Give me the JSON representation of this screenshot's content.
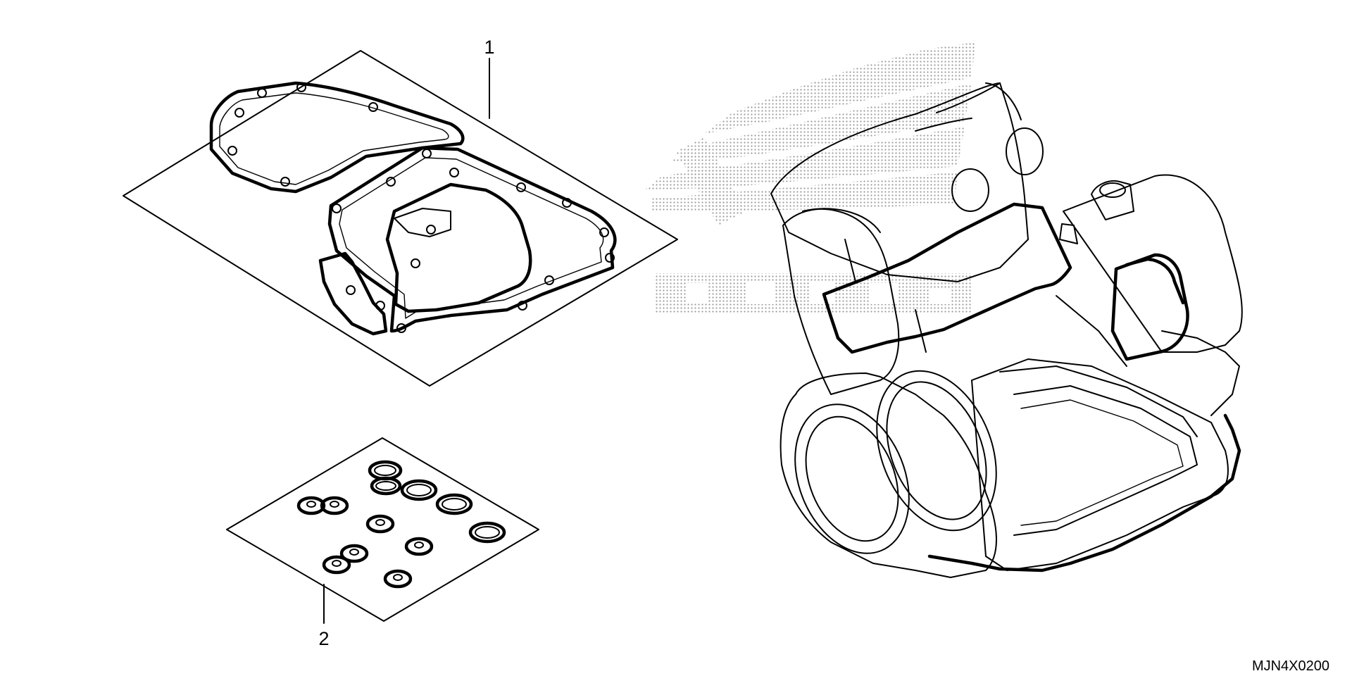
{
  "callouts": {
    "part_1": "1",
    "part_2": "2"
  },
  "diagram_code": "MJN4X0200",
  "watermark": {
    "icon": "honda-wing-logo-icon"
  },
  "colors": {
    "line": "#000000",
    "background": "#ffffff",
    "watermark_dots": "#9a9a9a"
  }
}
